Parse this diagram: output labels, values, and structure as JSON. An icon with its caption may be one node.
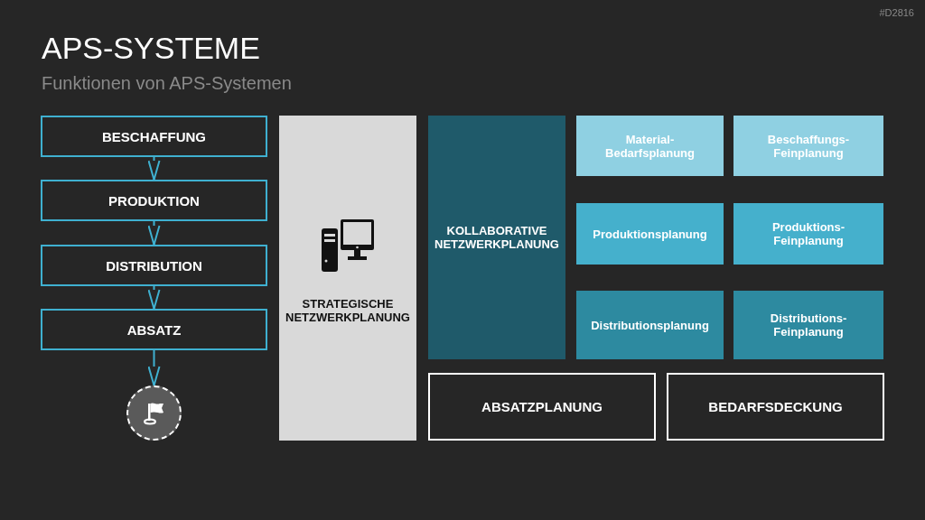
{
  "diagram": {
    "title": "APS-SYSTEME",
    "nodes": [
      {
        "text": [
          "BESCHAFFUNG"
        ]
      },
      {
        "text": [
          "PRODUKTION"
        ]
      },
      {
        "text": [
          "DISTRIBUTION"
        ]
      },
      {
        "text": [
          "ABSATZ"
        ]
      },
      {
        "text": [],
        "shape": "circle"
      },
      {
        "text": [
          "STRATEGISCHE NETZWERKPLANUNG"
        ]
      },
      {
        "text": [
          "KOLLABORATIVE NETZWERKPLANUNG"
        ]
      },
      {
        "text": [
          "Material- Bedarfsplanung"
        ]
      },
      {
        "text": [
          "Beschaffungs- Feinplanung"
        ]
      },
      {
        "text": [
          "Produktionsplanung"
        ]
      },
      {
        "text": [
          "Produktions- Feinplanung"
        ]
      },
      {
        "text": [
          "Distributionsplanung"
        ]
      },
      {
        "text": [
          "Distributions- Feinplanung"
        ]
      },
      {
        "text": [
          "ABSATZPLANUNG"
        ]
      },
      {
        "text": [
          "BEDARFSDECKUNG"
        ]
      }
    ],
    "edges": [
      {
        "from": 0,
        "to": 1,
        "arrow": "to"
      },
      {
        "from": 1,
        "to": 2,
        "arrow": "to"
      },
      {
        "from": 2,
        "to": 3,
        "arrow": "to"
      },
      {
        "from": 3,
        "to": 4,
        "arrow": "to"
      }
    ],
    "labels": [
      "#D2816",
      "Funktionen von APS-Systemen"
    ]
  }
}
